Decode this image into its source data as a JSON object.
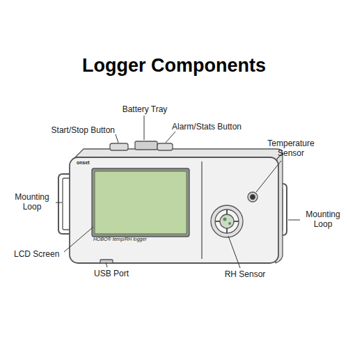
{
  "diagram": {
    "title": "Logger Components",
    "labels": [
      "Battery Tray",
      "Start/Stop Button",
      "Alarm/Stats Button",
      "Temperature Sensor",
      "Mounting Loop",
      "Mounting Loop",
      "LCD Screen",
      "USB Port",
      "RH Sensor",
      "onset",
      "HOBO® temp/RH logger"
    ]
  }
}
